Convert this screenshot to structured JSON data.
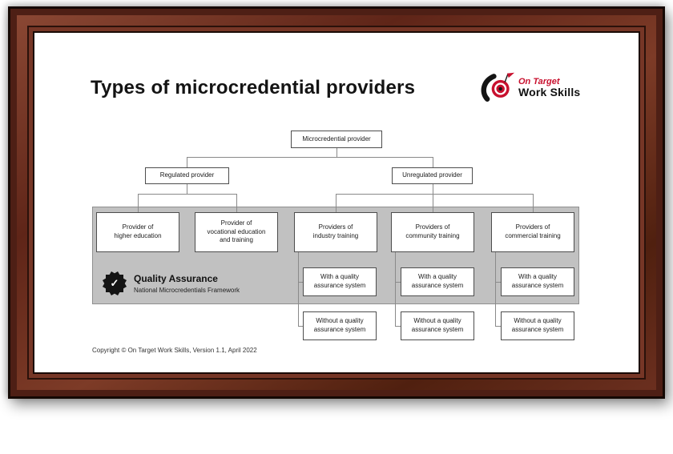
{
  "title": "Types of microcredential providers",
  "logo": {
    "top": "On Target",
    "bottom": "Work Skills"
  },
  "tree": {
    "root": {
      "label": "Microcredential provider"
    },
    "level2": [
      {
        "label": "Regulated provider"
      },
      {
        "label": "Unregulated provider"
      }
    ],
    "level3": [
      {
        "label": "Provider of\nhigher education"
      },
      {
        "label": "Provider of\nvocational education\nand training"
      },
      {
        "label": "Providers of\nindustry training"
      },
      {
        "label": "Providers of\ncommunity training"
      },
      {
        "label": "Providers of\ncommercial training"
      }
    ],
    "with_qa": "With a quality\nassurance system",
    "without_qa": "Without a quality\nassurance system"
  },
  "qa_panel": {
    "title": "Quality Assurance",
    "subtitle": "National Microcredentials Framework"
  },
  "icons": {
    "badge_check": "✓"
  },
  "footer": {
    "copyright": "Copyright © On Target Work Skills, Version 1.1, April 2022"
  },
  "colors": {
    "accent_red": "#c8102e",
    "panel_gray": "#c1c1c1",
    "frame_brown": "#6b2f1f",
    "line_gray": "#8a8a8a"
  }
}
